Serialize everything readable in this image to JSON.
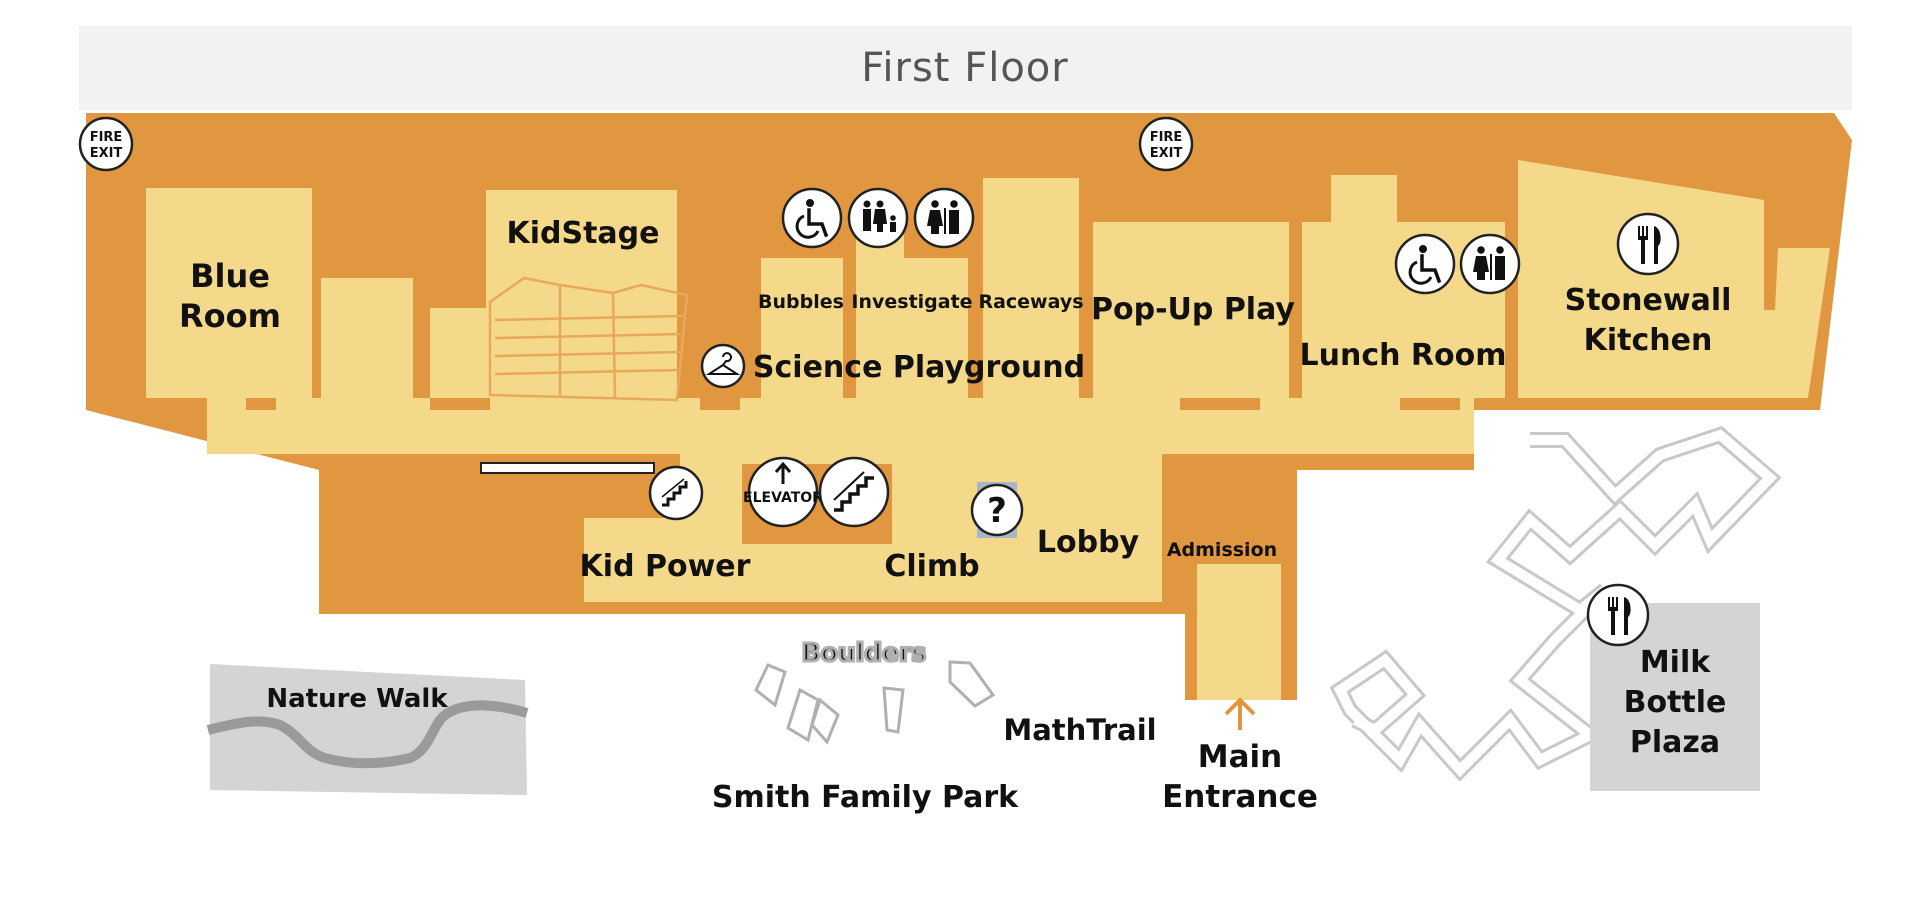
{
  "header": {
    "title": "First Floor"
  },
  "rooms": {
    "blue_room_1": "Blue",
    "blue_room_2": "Room",
    "kidstage": "KidStage",
    "bubbles": "Bubbles",
    "investigate": "Investigate",
    "raceways": "Raceways",
    "science_playground": "Science Playground",
    "popup_play": "Pop-Up Play",
    "lunch_room": "Lunch Room",
    "stonewall_1": "Stonewall",
    "stonewall_2": "Kitchen",
    "kid_power": "Kid Power",
    "climb": "Climb",
    "lobby": "Lobby",
    "admission": "Admission"
  },
  "outdoor": {
    "nature_walk": "Nature Walk",
    "boulders": "Boulders",
    "mathtrail": "MathTrail",
    "smith_family_park": "Smith Family Park",
    "main_entrance_1": "Main",
    "main_entrance_2": "Entrance",
    "milk_bottle_1": "Milk",
    "milk_bottle_2": "Bottle",
    "milk_bottle_3": "Plaza"
  },
  "icons": {
    "fire_exit_1": "FIRE",
    "fire_exit_2": "EXIT",
    "elevator": "ELEVATOR",
    "info": "?"
  },
  "colors": {
    "building_outer": "#e0973f",
    "building_inner": "#f5d98a",
    "header_bg": "#f2f2f2",
    "outdoor_gray": "#d4d4d4",
    "path_gray": "#9a9a9a",
    "entrance_arrow": "#e0973f"
  }
}
